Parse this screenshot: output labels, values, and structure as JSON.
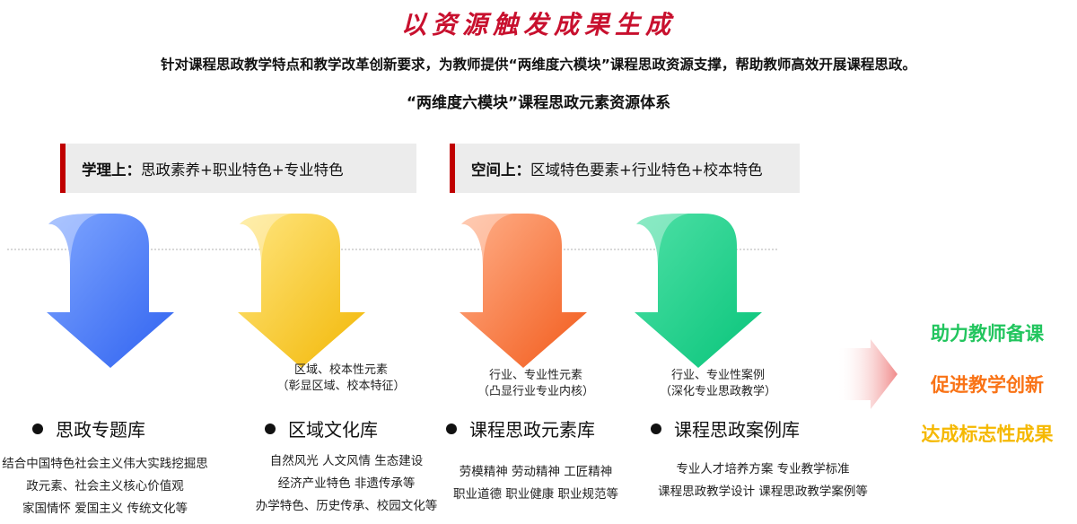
{
  "title": "以资源触发成果生成",
  "subtitle": "针对课程思政教学特点和教学改革创新要求，为教师提供“两维度六模块”课程思政资源支撑，帮助教师高效开展课程思政。",
  "system_title": "“两维度六模块”课程思政元素资源体系",
  "dimensions": [
    {
      "key": "学理上：",
      "value": "思政素养+职业特色+专业特色"
    },
    {
      "key": "空间上：",
      "value": "区域特色要素+行业特色+校本特色"
    }
  ],
  "arrow_colors": {
    "blue": [
      "#7fa6ff",
      "#2f62f0"
    ],
    "yellow": [
      "#ffe680",
      "#f2b705"
    ],
    "orange": [
      "#ffb08a",
      "#f25a1a"
    ],
    "green": [
      "#4ee0a6",
      "#08c47a"
    ]
  },
  "notes": [
    {
      "line1": "区域、校本性元素",
      "line2": "（彰显区域、校本特征）"
    },
    {
      "line1": "行业、专业性元素",
      "line2": "（凸显行业专业内核）"
    },
    {
      "line1": "行业、专业性案例",
      "line2": "（深化专业思政教学）"
    }
  ],
  "libraries": [
    {
      "name": "思政专题库",
      "details": [
        "结合中国特色社会主义伟大实践挖掘思",
        "政元素、社会主义核心价值观",
        "家国情怀 爱国主义 传统文化等"
      ]
    },
    {
      "name": "区域文化库",
      "details": [
        "自然风光 人文风情  生态建设",
        "经济产业特色 非遗传承等",
        "办学特色、历史传承、校园文化等"
      ]
    },
    {
      "name": "课程思政元素库",
      "details": [
        "劳模精神 劳动精神 工匠精神",
        "职业道德 职业健康 职业规范等"
      ]
    },
    {
      "name": "课程思政案例库",
      "details": [
        "专业人才培养方案 专业教学标准",
        "课程思政教学设计 课程思政教学案例等"
      ]
    }
  ],
  "results": [
    "助力教师备课",
    "促进教学创新",
    "达成标志性成果"
  ],
  "result_colors": [
    "#22c55e",
    "#f97316",
    "#f5b800"
  ]
}
